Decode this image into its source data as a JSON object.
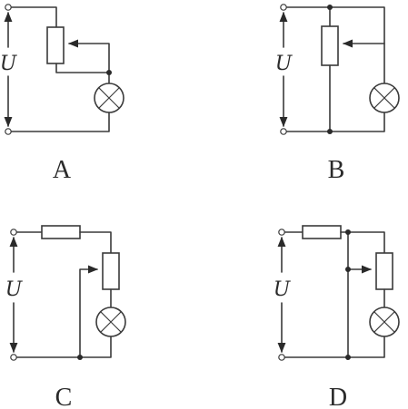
{
  "voltage_symbol": "U",
  "circuits": [
    {
      "label": "A"
    },
    {
      "label": "B"
    },
    {
      "label": "C"
    },
    {
      "label": "D"
    }
  ],
  "colors": {
    "ink": "#3a3a3a",
    "background": "#ffffff"
  }
}
